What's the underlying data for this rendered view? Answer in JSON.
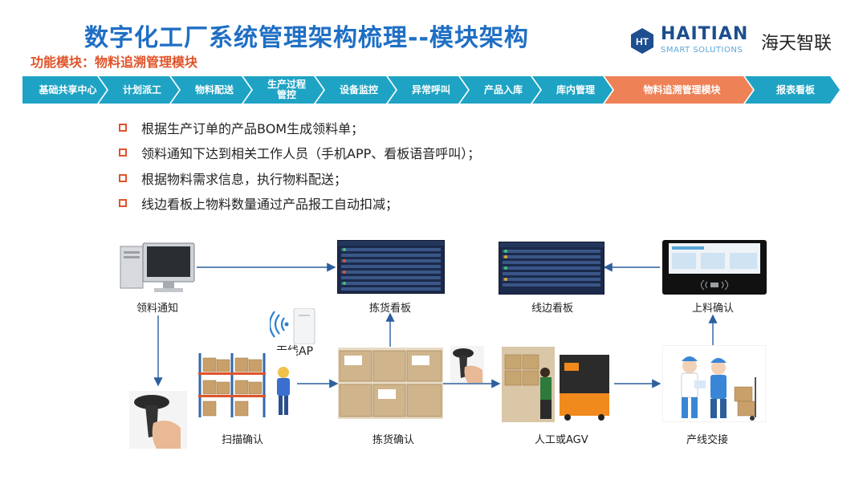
{
  "header": {
    "title": "数字化工厂系统管理架构梳理--模块架构",
    "subtitle": "功能模块：物料追溯管理模块",
    "logo": {
      "mark_text": "HT",
      "name": "HAITIAN",
      "tagline": "SMART SOLUTIONS",
      "cn": "海天智联"
    }
  },
  "process": {
    "steps": [
      {
        "label": "基础共享中心",
        "active": false
      },
      {
        "label": "计划派工",
        "active": false
      },
      {
        "label": "物料配送",
        "active": false
      },
      {
        "label": "生产过程\n管控",
        "active": false
      },
      {
        "label": "设备监控",
        "active": false
      },
      {
        "label": "异常呼叫",
        "active": false
      },
      {
        "label": "产品入库",
        "active": false
      },
      {
        "label": "库内管理",
        "active": false
      },
      {
        "label": "物料追溯管理模块",
        "active": true
      },
      {
        "label": "报表看板",
        "active": false
      }
    ],
    "colors": {
      "normal": "#1fa3c4",
      "active": "#ef8157"
    }
  },
  "bullets": [
    "根据生产订单的产品BOM生成领料单；",
    "领料通知下达到相关工作人员（手机APP、看板语音呼叫）；",
    "根据物料需求信息，执行物料配送；",
    "线边看板上物料数量通过产品报工自动扣减；"
  ],
  "flow": {
    "notice": "领料通知",
    "pick_board": "拣货看板",
    "line_board": "线边看板",
    "feed_confirm": "上料确认",
    "wireless_ap": "无线AP",
    "scan_confirm": "扫描确认",
    "pick_confirm": "拣货确认",
    "manual_agv": "人工或AGV",
    "handover": "产线交接"
  }
}
